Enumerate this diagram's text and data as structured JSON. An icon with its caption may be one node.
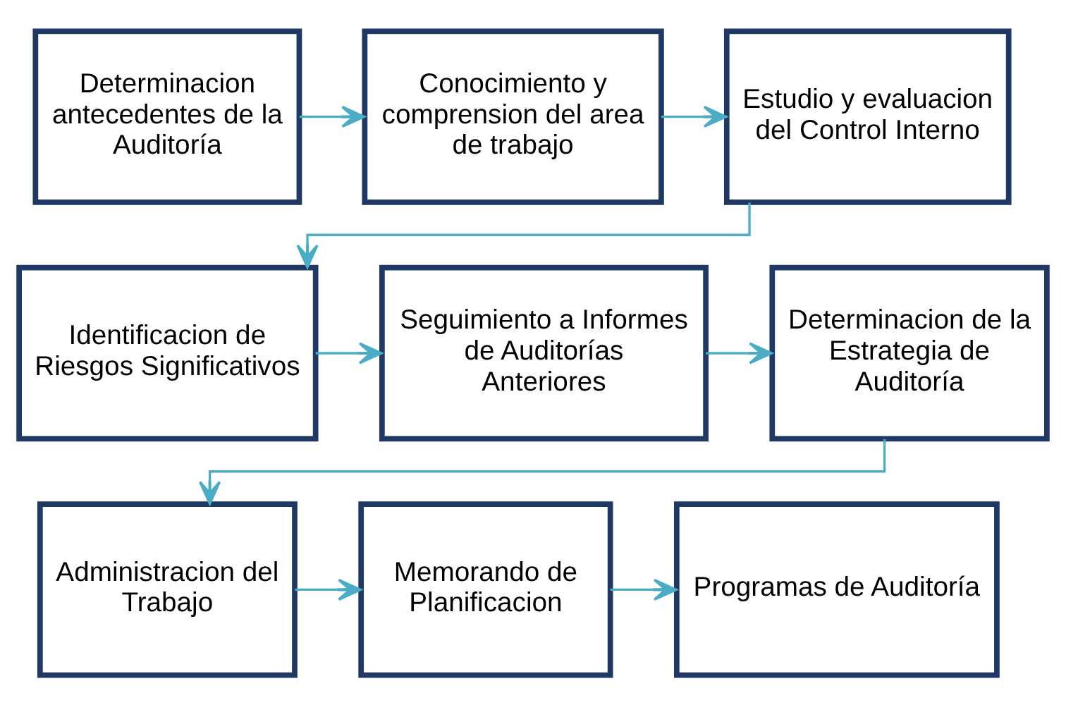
{
  "diagram": {
    "nodes": [
      {
        "text": [
          "Determinacion antecedentes de la Auditoría"
        ]
      },
      {
        "text": [
          "Conocimiento y comprension del area de trabajo"
        ]
      },
      {
        "text": [
          "Estudio y evaluacion del Control Interno"
        ]
      },
      {
        "text": [
          "Identificacion de Riesgos Significativos"
        ]
      },
      {
        "text": [
          "Seguimiento a Informes de Auditorías Anteriores"
        ]
      },
      {
        "text": [
          "Determinacion de la Estrategia de Auditoría"
        ]
      },
      {
        "text": [
          "Administracion del Trabajo"
        ]
      },
      {
        "text": [
          "Memorando de Planificacion"
        ]
      },
      {
        "text": [
          "Programas de Auditoría"
        ]
      }
    ],
    "edges": [
      {
        "from": 0,
        "to": 1,
        "arrow": "to"
      },
      {
        "from": 1,
        "to": 2,
        "arrow": "to"
      },
      {
        "from": 2,
        "to": 3,
        "arrow": "to"
      },
      {
        "from": 3,
        "to": 4,
        "arrow": "to"
      },
      {
        "from": 4,
        "to": 5,
        "arrow": "to"
      },
      {
        "from": 5,
        "to": 6,
        "arrow": "to"
      },
      {
        "from": 6,
        "to": 7,
        "arrow": "to"
      },
      {
        "from": 7,
        "to": 8,
        "arrow": "to"
      }
    ]
  }
}
